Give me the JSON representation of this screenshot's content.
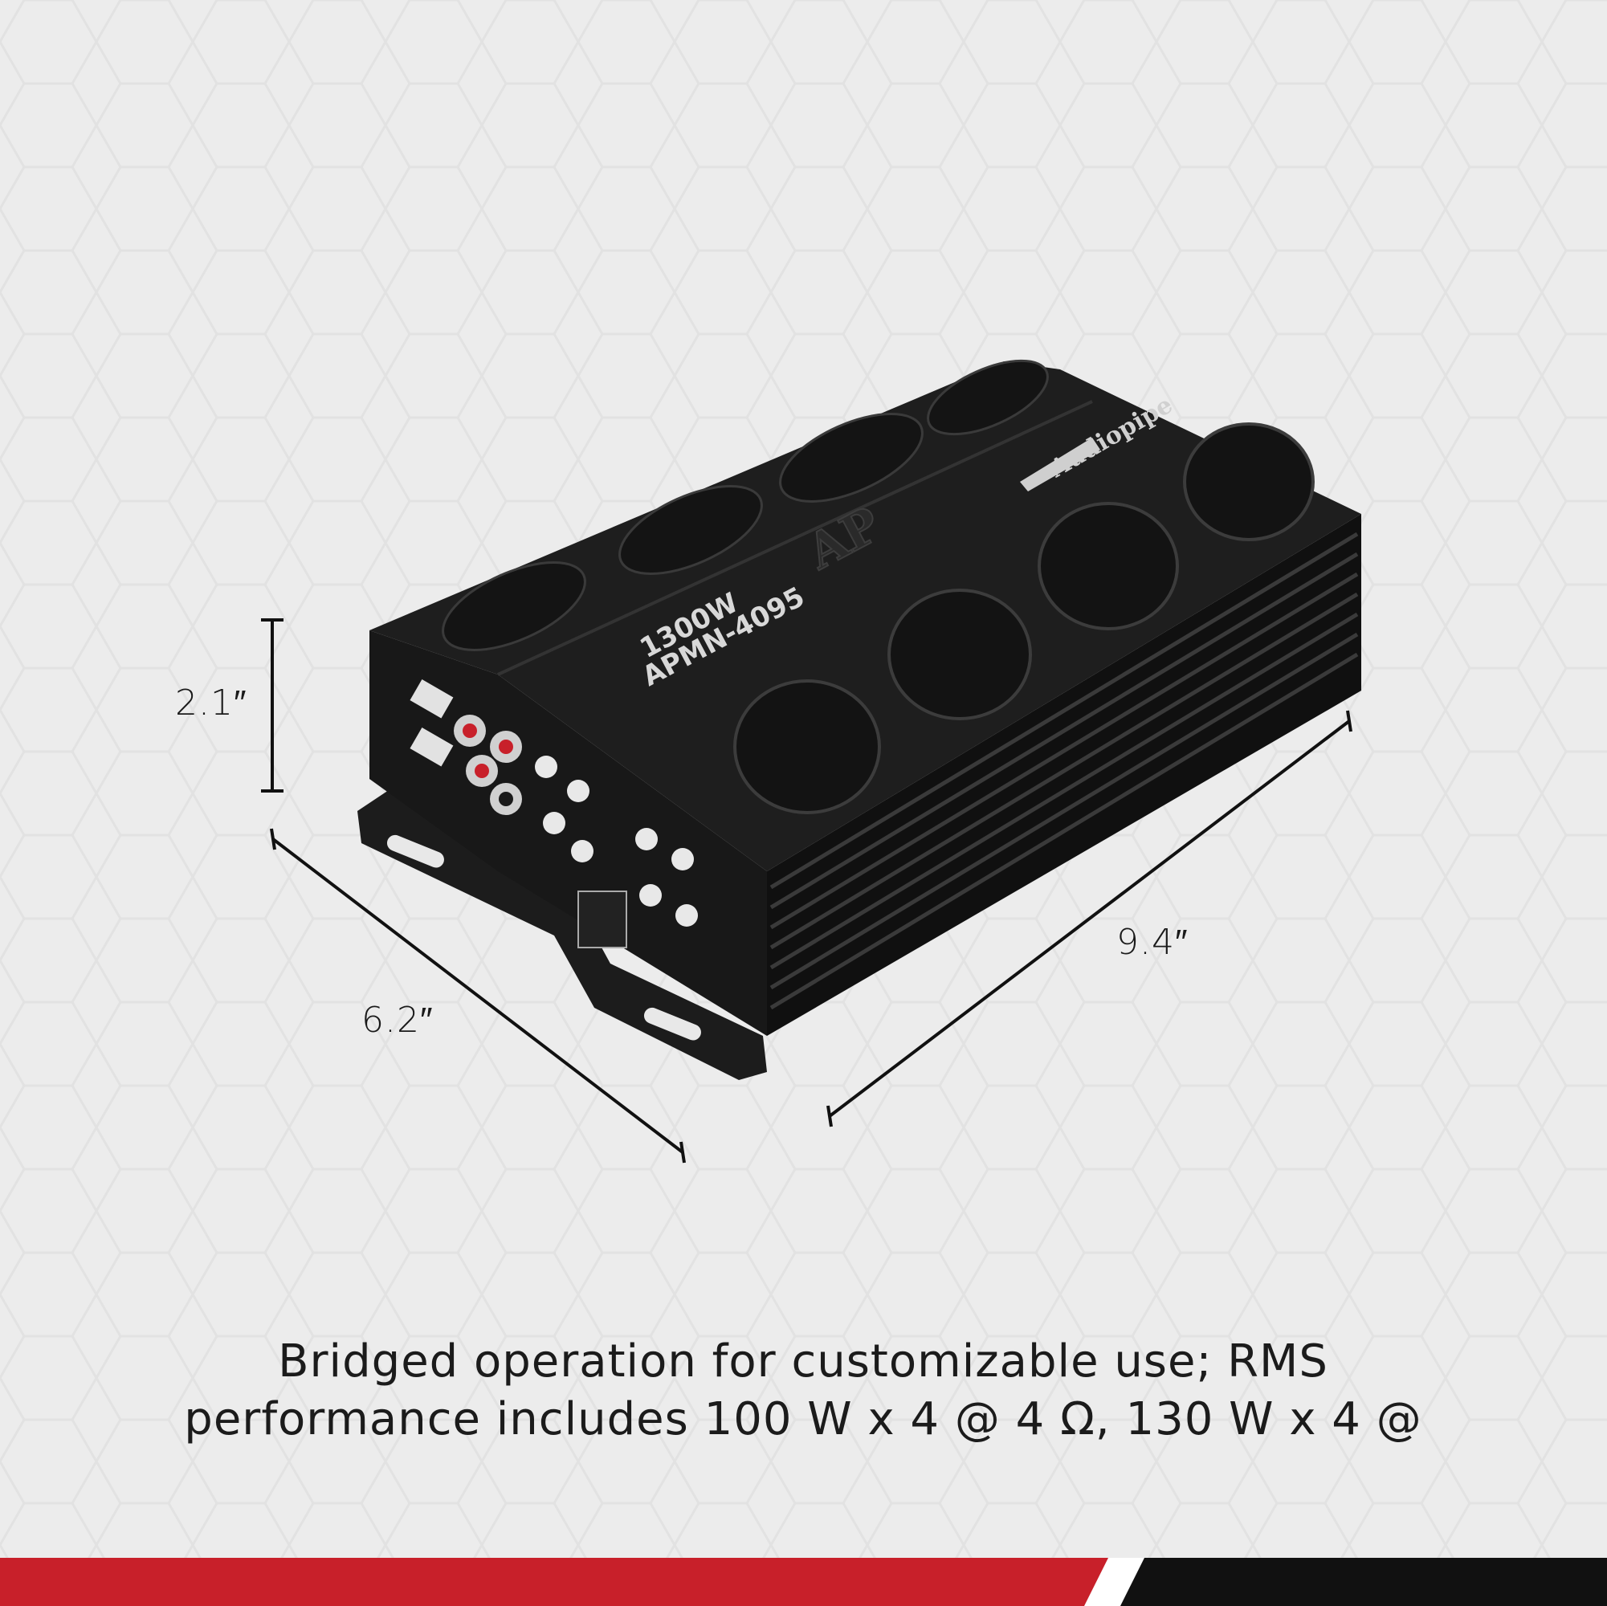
{
  "dimensions": {
    "height": "2.1″",
    "depth": "6.2″",
    "length": "9.4″"
  },
  "caption": {
    "line1": "Bridged operation for customizable use; RMS",
    "line2": "performance includes 100 W x 4 @ 4 Ω, 130 W x 4 @"
  },
  "product": {
    "power_label": "1300W",
    "model_label": "APMN-4095",
    "logo_text": "AP",
    "brand_text": "Audiopipe"
  },
  "colors": {
    "background": "#ececec",
    "amplifier": "#141414",
    "accent_red": "#c8202a",
    "footer_dark": "#111111"
  }
}
